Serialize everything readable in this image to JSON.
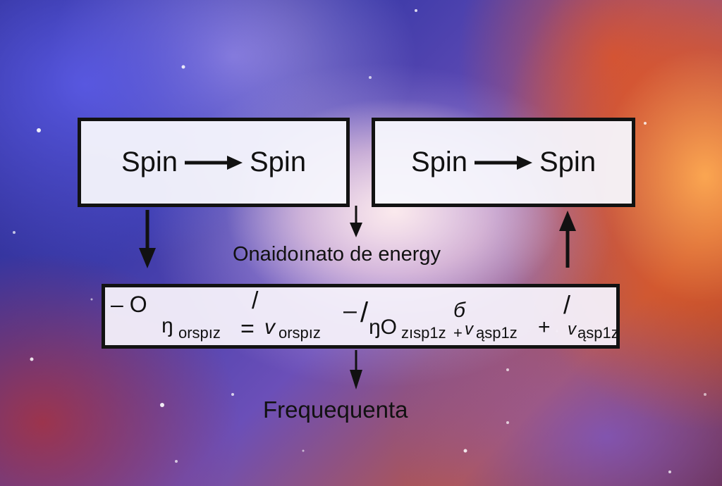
{
  "diagram": {
    "box_left": {
      "from": "Spin",
      "to": "Spin"
    },
    "box_right": {
      "from": "Spin",
      "to": "Spin"
    },
    "middle_label": "Onaidoınato de energy",
    "bottom_label": "Frequequenta",
    "equation": {
      "t1": "– O",
      "t2": "ŋ",
      "t3": "orspız",
      "t4": "/",
      "t5": "=",
      "t6": "v",
      "t7": "orspız",
      "t8": "–",
      "t9": "/",
      "t10": "ŋO",
      "t11": "zısp1z",
      "t12": "+",
      "t13": "v",
      "t14": "ąsp1z",
      "t15": "б",
      "t16": "+",
      "t17": "/",
      "t18": "v",
      "t19": "ąsp1z"
    }
  },
  "colors": {
    "ink": "#111111",
    "box_fill": "#f5f4fb"
  }
}
